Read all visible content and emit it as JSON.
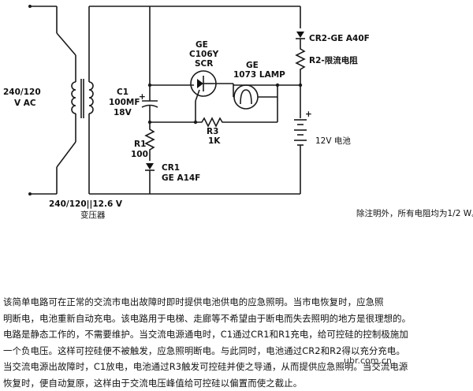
{
  "labels": {
    "ac_voltage_line1": "240/120",
    "ac_voltage_line2": "V  AC",
    "scr_line1": "GE",
    "scr_line2": "C106Y",
    "scr_line3": "SCR",
    "lamp_line1": "GE",
    "lamp_line2": "1073 LAMP",
    "cr2": "CR2-GE A40F",
    "r2": "R2-限流电阻",
    "c1_line1": "C1",
    "c1_line2": "100MF",
    "c1_line3": "18V",
    "r3_line1": "R3",
    "r3_line2": "1K",
    "r1_line1": "R1",
    "r1_line2": "100",
    "cr1_line1": "CR1",
    "cr1_line2": "GE A14F",
    "battery": "12V 电池",
    "battery_plus": "+",
    "transformer_rating": "240/120||12.6  V",
    "transformer": "变压器",
    "note": "除注明外，所有电阻均为1/2 W。"
  },
  "description_lines": [
    "该简单电路可在正常的交流市电出故障时即时提供电池供电的应急照明。当市电恢复时，应急照",
    "明断电，电池重新自动充电。该电路用于电梯、走廊等不希望由于断电而失去照明的地方是很理想的。",
    "电路是静态工作的，不需要维护。当交流电源通电时，C1通过CR1和R1充电，给可控硅的控制极施加",
    "一个负电压。这样可控硅便不被触发，应急照明断电。与此同时，电池通过CR2和R2得以充分充电。",
    "当交流电源出故障时，C1放电，电池通过R3触发可控硅并使之导通，从而提供应急照明。当交流电源",
    "恢复时，便自动复原，这样由于交流电压峰值给可控硅以偏置而使之截止。"
  ],
  "watermark": "ubr.com.cn"
}
